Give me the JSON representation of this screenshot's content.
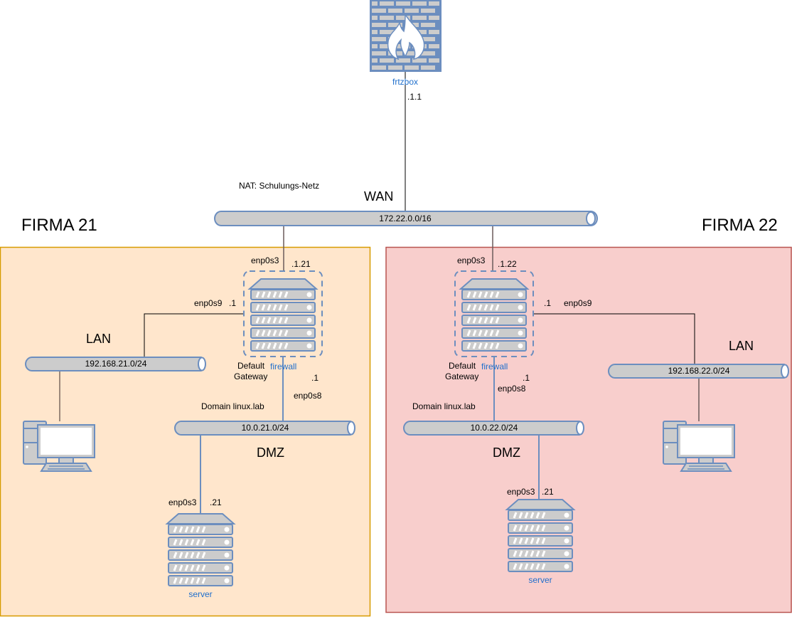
{
  "title": "Network diagram FIRMA 21 / FIRMA 22",
  "colors": {
    "firma21_fill": "#ffe6cc",
    "firma21_border": "#d79b00",
    "firma22_fill": "#f8cecc",
    "firma22_border": "#b85450",
    "device_stroke": "#6c8ebf",
    "device_fill": "#cccccc",
    "label_blue": "#1f6fcc"
  },
  "internet": {
    "router_label": "frtzbox",
    "router_ip": ".1.1"
  },
  "wan": {
    "title": "WAN",
    "note": "NAT: Schulungs-Netz",
    "subnet": "172.22.0.0/16"
  },
  "zones": [
    {
      "title": "FIRMA 21",
      "firewall": {
        "label": "firewall",
        "gateway_label_line1": "Default",
        "gateway_label_line2": "Gateway",
        "wan_iface": "enp0s3",
        "wan_ip": ".1.21",
        "lan_iface": "enp0s9",
        "lan_ip": ".1",
        "dmz_iface": "enp0s8",
        "dmz_ip": ".1"
      },
      "lan": {
        "title": "LAN",
        "subnet": "192.168.21.0/24"
      },
      "dmz": {
        "title": "DMZ",
        "domain": "Domain linux.lab",
        "subnet": "10.0.21.0/24",
        "server": {
          "label": "server",
          "iface": "enp0s3",
          "ip": ".21"
        }
      }
    },
    {
      "title": "FIRMA 22",
      "firewall": {
        "label": "firewall",
        "gateway_label_line1": "Default",
        "gateway_label_line2": "Gateway",
        "wan_iface": "enp0s3",
        "wan_ip": ".1.22",
        "lan_iface": "enp0s9",
        "lan_ip": ".1",
        "dmz_iface": "enp0s8",
        "dmz_ip": ".1"
      },
      "lan": {
        "title": "LAN",
        "subnet": "192.168.22.0/24"
      },
      "dmz": {
        "title": "DMZ",
        "domain": "Domain linux.lab",
        "subnet": "10.0.22.0/24",
        "server": {
          "label": "server",
          "iface": "enp0s3",
          "ip": ".21"
        }
      }
    }
  ]
}
